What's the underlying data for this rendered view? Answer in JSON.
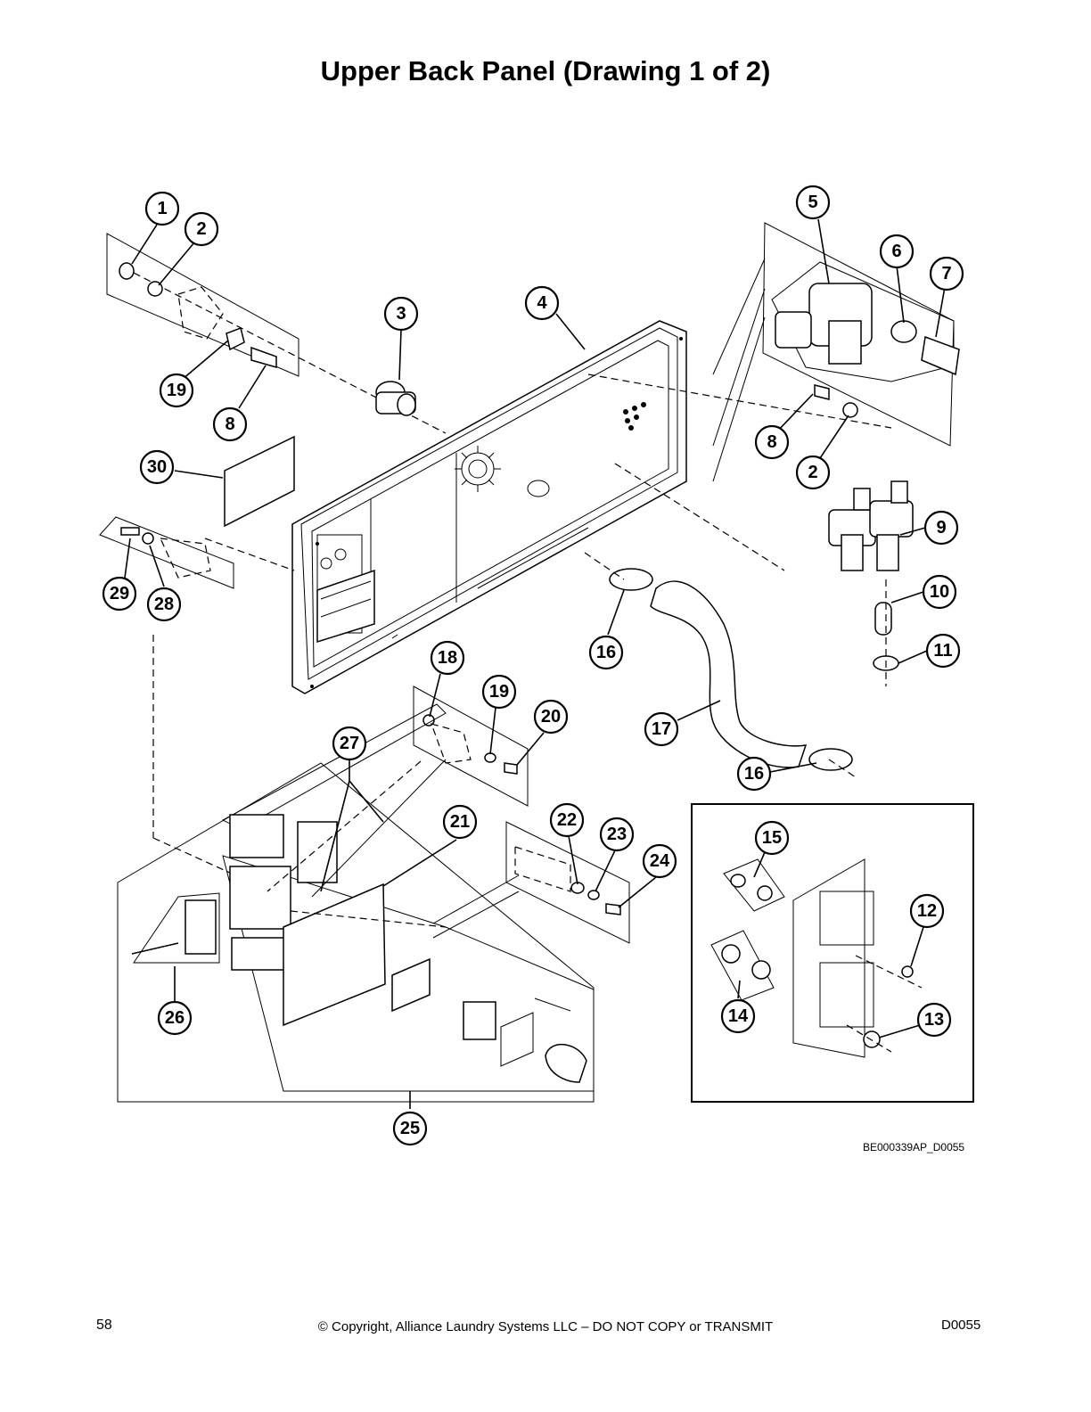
{
  "title": "Upper Back Panel (Drawing 1 of 2)",
  "drawing_code": "BE000339AP_D0055",
  "footer": {
    "page_number": "58",
    "copyright": "© Copyright, Alliance Laundry Systems LLC – DO NOT COPY or TRANSMIT",
    "doc_code": "D0055"
  },
  "callouts": [
    {
      "id": "c1",
      "label": "1"
    },
    {
      "id": "c2a",
      "label": "2"
    },
    {
      "id": "c3",
      "label": "3"
    },
    {
      "id": "c4",
      "label": "4"
    },
    {
      "id": "c5",
      "label": "5"
    },
    {
      "id": "c6",
      "label": "6"
    },
    {
      "id": "c7",
      "label": "7"
    },
    {
      "id": "c8a",
      "label": "8"
    },
    {
      "id": "c8b",
      "label": "8"
    },
    {
      "id": "c2b",
      "label": "2"
    },
    {
      "id": "c9",
      "label": "9"
    },
    {
      "id": "c10",
      "label": "10"
    },
    {
      "id": "c11",
      "label": "11"
    },
    {
      "id": "c12",
      "label": "12"
    },
    {
      "id": "c13",
      "label": "13"
    },
    {
      "id": "c14",
      "label": "14"
    },
    {
      "id": "c15",
      "label": "15"
    },
    {
      "id": "c16a",
      "label": "16"
    },
    {
      "id": "c16b",
      "label": "16"
    },
    {
      "id": "c17",
      "label": "17"
    },
    {
      "id": "c18",
      "label": "18"
    },
    {
      "id": "c19a",
      "label": "19"
    },
    {
      "id": "c19b",
      "label": "19"
    },
    {
      "id": "c20",
      "label": "20"
    },
    {
      "id": "c21",
      "label": "21"
    },
    {
      "id": "c22",
      "label": "22"
    },
    {
      "id": "c23",
      "label": "23"
    },
    {
      "id": "c24",
      "label": "24"
    },
    {
      "id": "c25",
      "label": "25"
    },
    {
      "id": "c26",
      "label": "26"
    },
    {
      "id": "c27",
      "label": "27"
    },
    {
      "id": "c28",
      "label": "28"
    },
    {
      "id": "c29",
      "label": "29"
    },
    {
      "id": "c30",
      "label": "30"
    }
  ]
}
